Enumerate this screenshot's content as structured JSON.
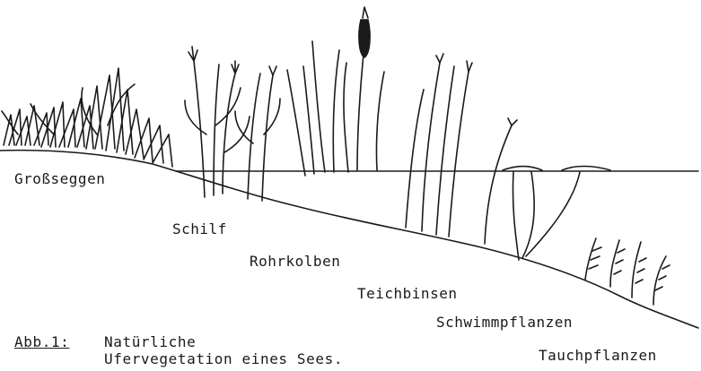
{
  "zones": [
    {
      "id": "grossseggen",
      "label": "Großseggen"
    },
    {
      "id": "schilf",
      "label": "Schilf"
    },
    {
      "id": "rohrkolben",
      "label": "Rohrkolben"
    },
    {
      "id": "teichbinsen",
      "label": "Teichbinsen"
    },
    {
      "id": "schwimmpflanzen",
      "label": "Schwimmpflanzen"
    },
    {
      "id": "tauchpflanzen",
      "label": "Tauchpflanzen"
    }
  ],
  "caption": {
    "figure_ref": "Abb.1:",
    "line1": "Natürliche",
    "line2": "Ufervegetation eines Sees."
  },
  "colors": {
    "ink": "#1a1a1a",
    "background": "#ffffff"
  }
}
